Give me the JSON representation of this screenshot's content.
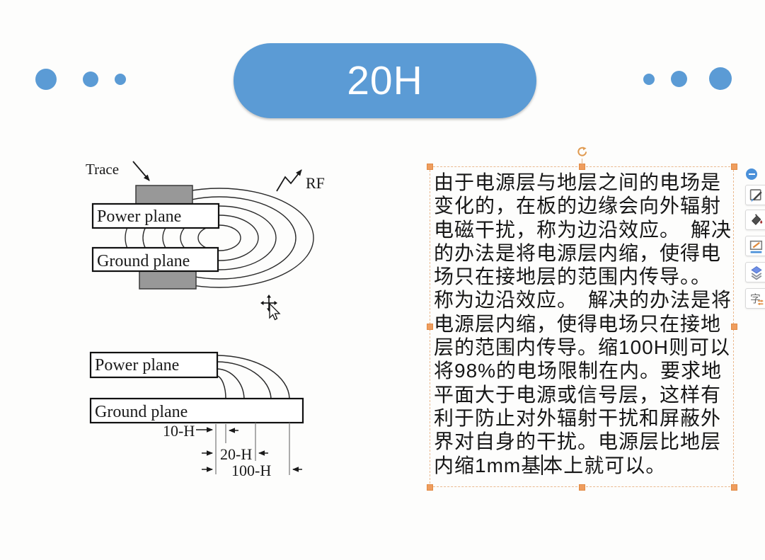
{
  "slide": {
    "title": "20H",
    "accent_blue": "#5b9bd5",
    "selection_orange": "#ef9d5e",
    "cursor": "move-pointer"
  },
  "diagram_top": {
    "trace_label": "Trace",
    "rf_label": "RF",
    "power_plane_label": "Power plane",
    "ground_plane_label": "Ground plane"
  },
  "diagram_bottom": {
    "power_plane_label": "Power plane",
    "ground_plane_label": "Ground plane",
    "dim_10h": "10-H",
    "dim_20h": "20-H",
    "dim_100h": "100-H"
  },
  "textbox": {
    "lines": [
      "由于电源层与地层之间的电场是",
      "变化的，在板的边缘会向外辐射",
      "电磁干扰，称为边沿效应。　解决",
      "的办法是将电源层内缩，使得电",
      "场只在接地层的范围内传导。。",
      "称为边沿效应。　解决的办法是将",
      "电源层内缩，使得电场只在接地",
      "层的范围内传导。缩100H则可以",
      "将98%的电场限制在内。要求地",
      "平面大于电源或信号层，这样有",
      "利于防止对外辐射干扰和屏蔽外",
      "界对自身的干扰。电源层比地层"
    ],
    "last_line_before_caret": "内缩1mm基",
    "last_line_after_caret": "本上就可以。"
  },
  "toolbar": {
    "icons": [
      "collapse-minus",
      "shape-edit",
      "fill-bucket",
      "outline-pencil",
      "layers",
      "text-effect"
    ],
    "text_effect_glyph": "字"
  }
}
